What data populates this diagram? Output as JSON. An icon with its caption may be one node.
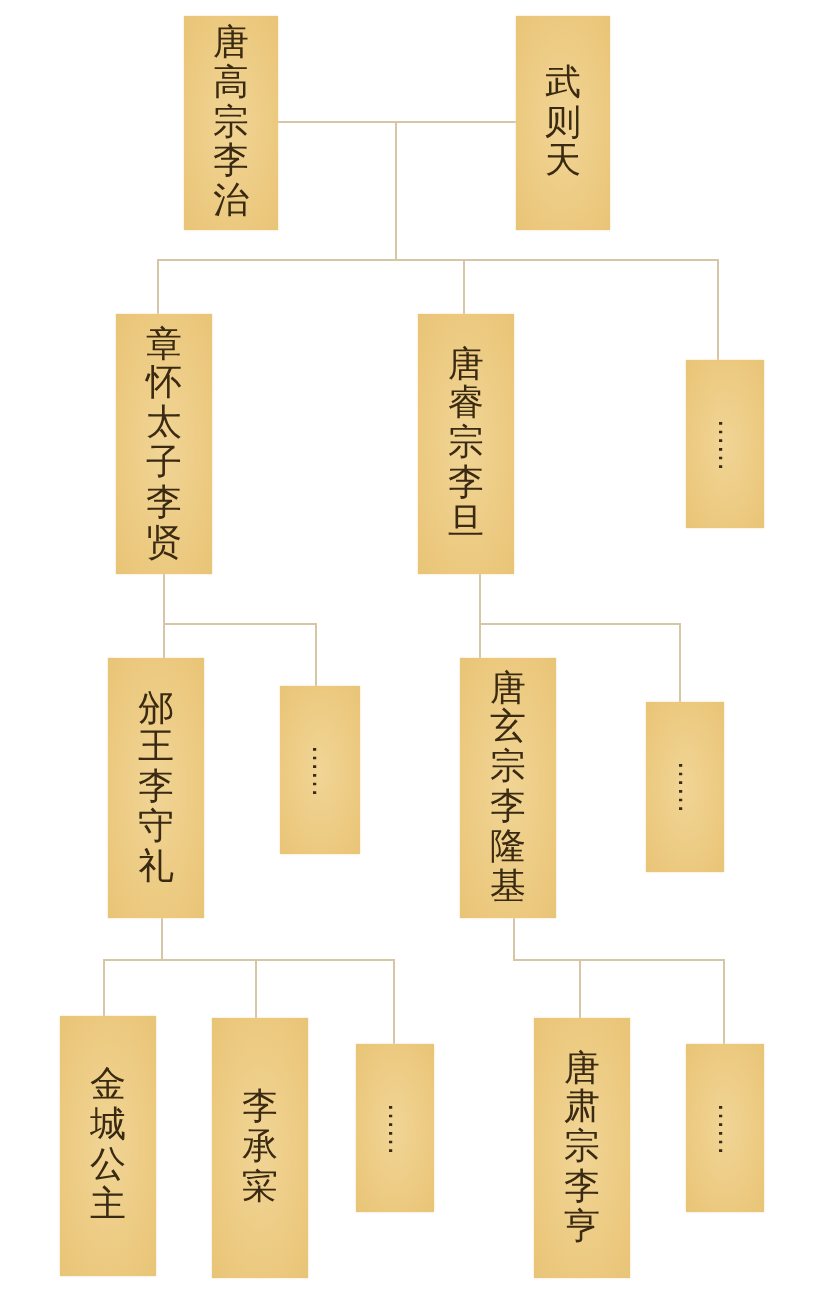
{
  "diagram": {
    "nodes": [
      {
        "text": [
          "唐高宗李治"
        ]
      },
      {
        "text": [
          "武则天"
        ]
      },
      {
        "text": [
          "章怀太子李贤"
        ]
      },
      {
        "text": [
          "唐睿宗李旦"
        ]
      },
      {
        "text": [
          "……"
        ]
      },
      {
        "text": [
          "邠王李守礼"
        ]
      },
      {
        "text": [
          "……"
        ]
      },
      {
        "text": [
          "唐玄宗李隆基"
        ]
      },
      {
        "text": [
          "……"
        ]
      },
      {
        "text": [
          "金城公主"
        ]
      },
      {
        "text": [
          "李承寀"
        ]
      },
      {
        "text": [
          "……"
        ]
      },
      {
        "text": [
          "唐肃宗李亨"
        ]
      },
      {
        "text": [
          "……"
        ]
      }
    ],
    "edges": [
      {
        "from": 0,
        "to": 2,
        "arrow": "none"
      },
      {
        "from": 0,
        "to": 3,
        "arrow": "none"
      },
      {
        "from": 0,
        "to": 4,
        "arrow": "none"
      },
      {
        "from": 1,
        "to": 2,
        "arrow": "none"
      },
      {
        "from": 1,
        "to": 3,
        "arrow": "none"
      },
      {
        "from": 1,
        "to": 4,
        "arrow": "none"
      },
      {
        "from": 2,
        "to": 5,
        "arrow": "none"
      },
      {
        "from": 2,
        "to": 6,
        "arrow": "none"
      },
      {
        "from": 3,
        "to": 7,
        "arrow": "none"
      },
      {
        "from": 3,
        "to": 8,
        "arrow": "none"
      },
      {
        "from": 5,
        "to": 9,
        "arrow": "none"
      },
      {
        "from": 5,
        "to": 10,
        "arrow": "none"
      },
      {
        "from": 5,
        "to": 11,
        "arrow": "none"
      },
      {
        "from": 7,
        "to": 12,
        "arrow": "none"
      },
      {
        "from": 7,
        "to": 13,
        "arrow": "none"
      }
    ]
  }
}
